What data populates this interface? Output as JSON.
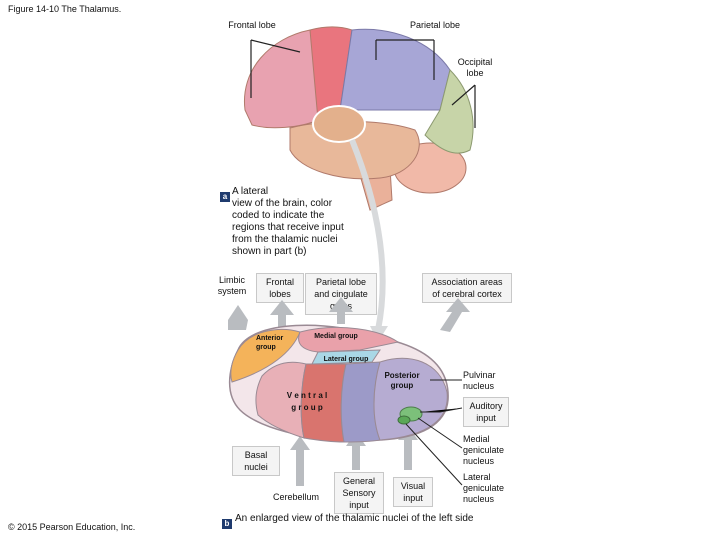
{
  "figure": {
    "title": "Figure 14-10 The Thalamus."
  },
  "brain_labels": {
    "frontal_lobe": "Frontal lobe",
    "parietal_lobe": "Parietal lobe",
    "occipital_lobe": "Occipital\nlobe"
  },
  "caption_a": {
    "tag": "a",
    "text": "A lateral\nview of the brain, color\ncoded to indicate the\nregions that receive input\nfrom the thalamic nuclei\nshown in part (b)"
  },
  "targets": {
    "limbic": "Limbic\nsystem",
    "frontal": "Frontal\nlobes",
    "parietal_cingulate": "Parietal lobe\nand cingulate\ngyrus",
    "association": "Association areas\nof cerebral cortex"
  },
  "nuclei": {
    "anterior": "Anterior\ngroup",
    "medial": "Medial group",
    "lateral": "Lateral group",
    "posterior": "Posterior\ngroup",
    "ventral": "V e n t r a l\ng r o u p",
    "pulvinar": "Pulvinar\nnucleus",
    "auditory": "Auditory\ninput",
    "medial_geniculate": "Medial\ngeniculate\nnucleus",
    "lateral_geniculate": "Lateral\ngeniculate\nnucleus"
  },
  "inputs": {
    "basal": "Basal\nnuclei",
    "cerebellum": "Cerebellum",
    "general_sensory": "General\nSensory\ninput",
    "visual": "Visual\ninput"
  },
  "caption_b": {
    "tag": "b",
    "text": "An enlarged view of the thalamic nuclei of the left side"
  },
  "copyright": "© 2015 Pearson Education, Inc.",
  "colors": {
    "frontal": "#e8a2b0",
    "motor": "#e9757e",
    "parietal": "#a7a6d6",
    "occipital": "#c7d4a8",
    "temporal": "#e8b89a",
    "cerebellum": "#f1b9a8",
    "anterior": "#f4b35a",
    "medial": "#e9a1aa",
    "lateral": "#a9d7e6",
    "posterior": "#b6acd2",
    "ventral": "#d9746e",
    "arrow": "#b9bcc0"
  }
}
